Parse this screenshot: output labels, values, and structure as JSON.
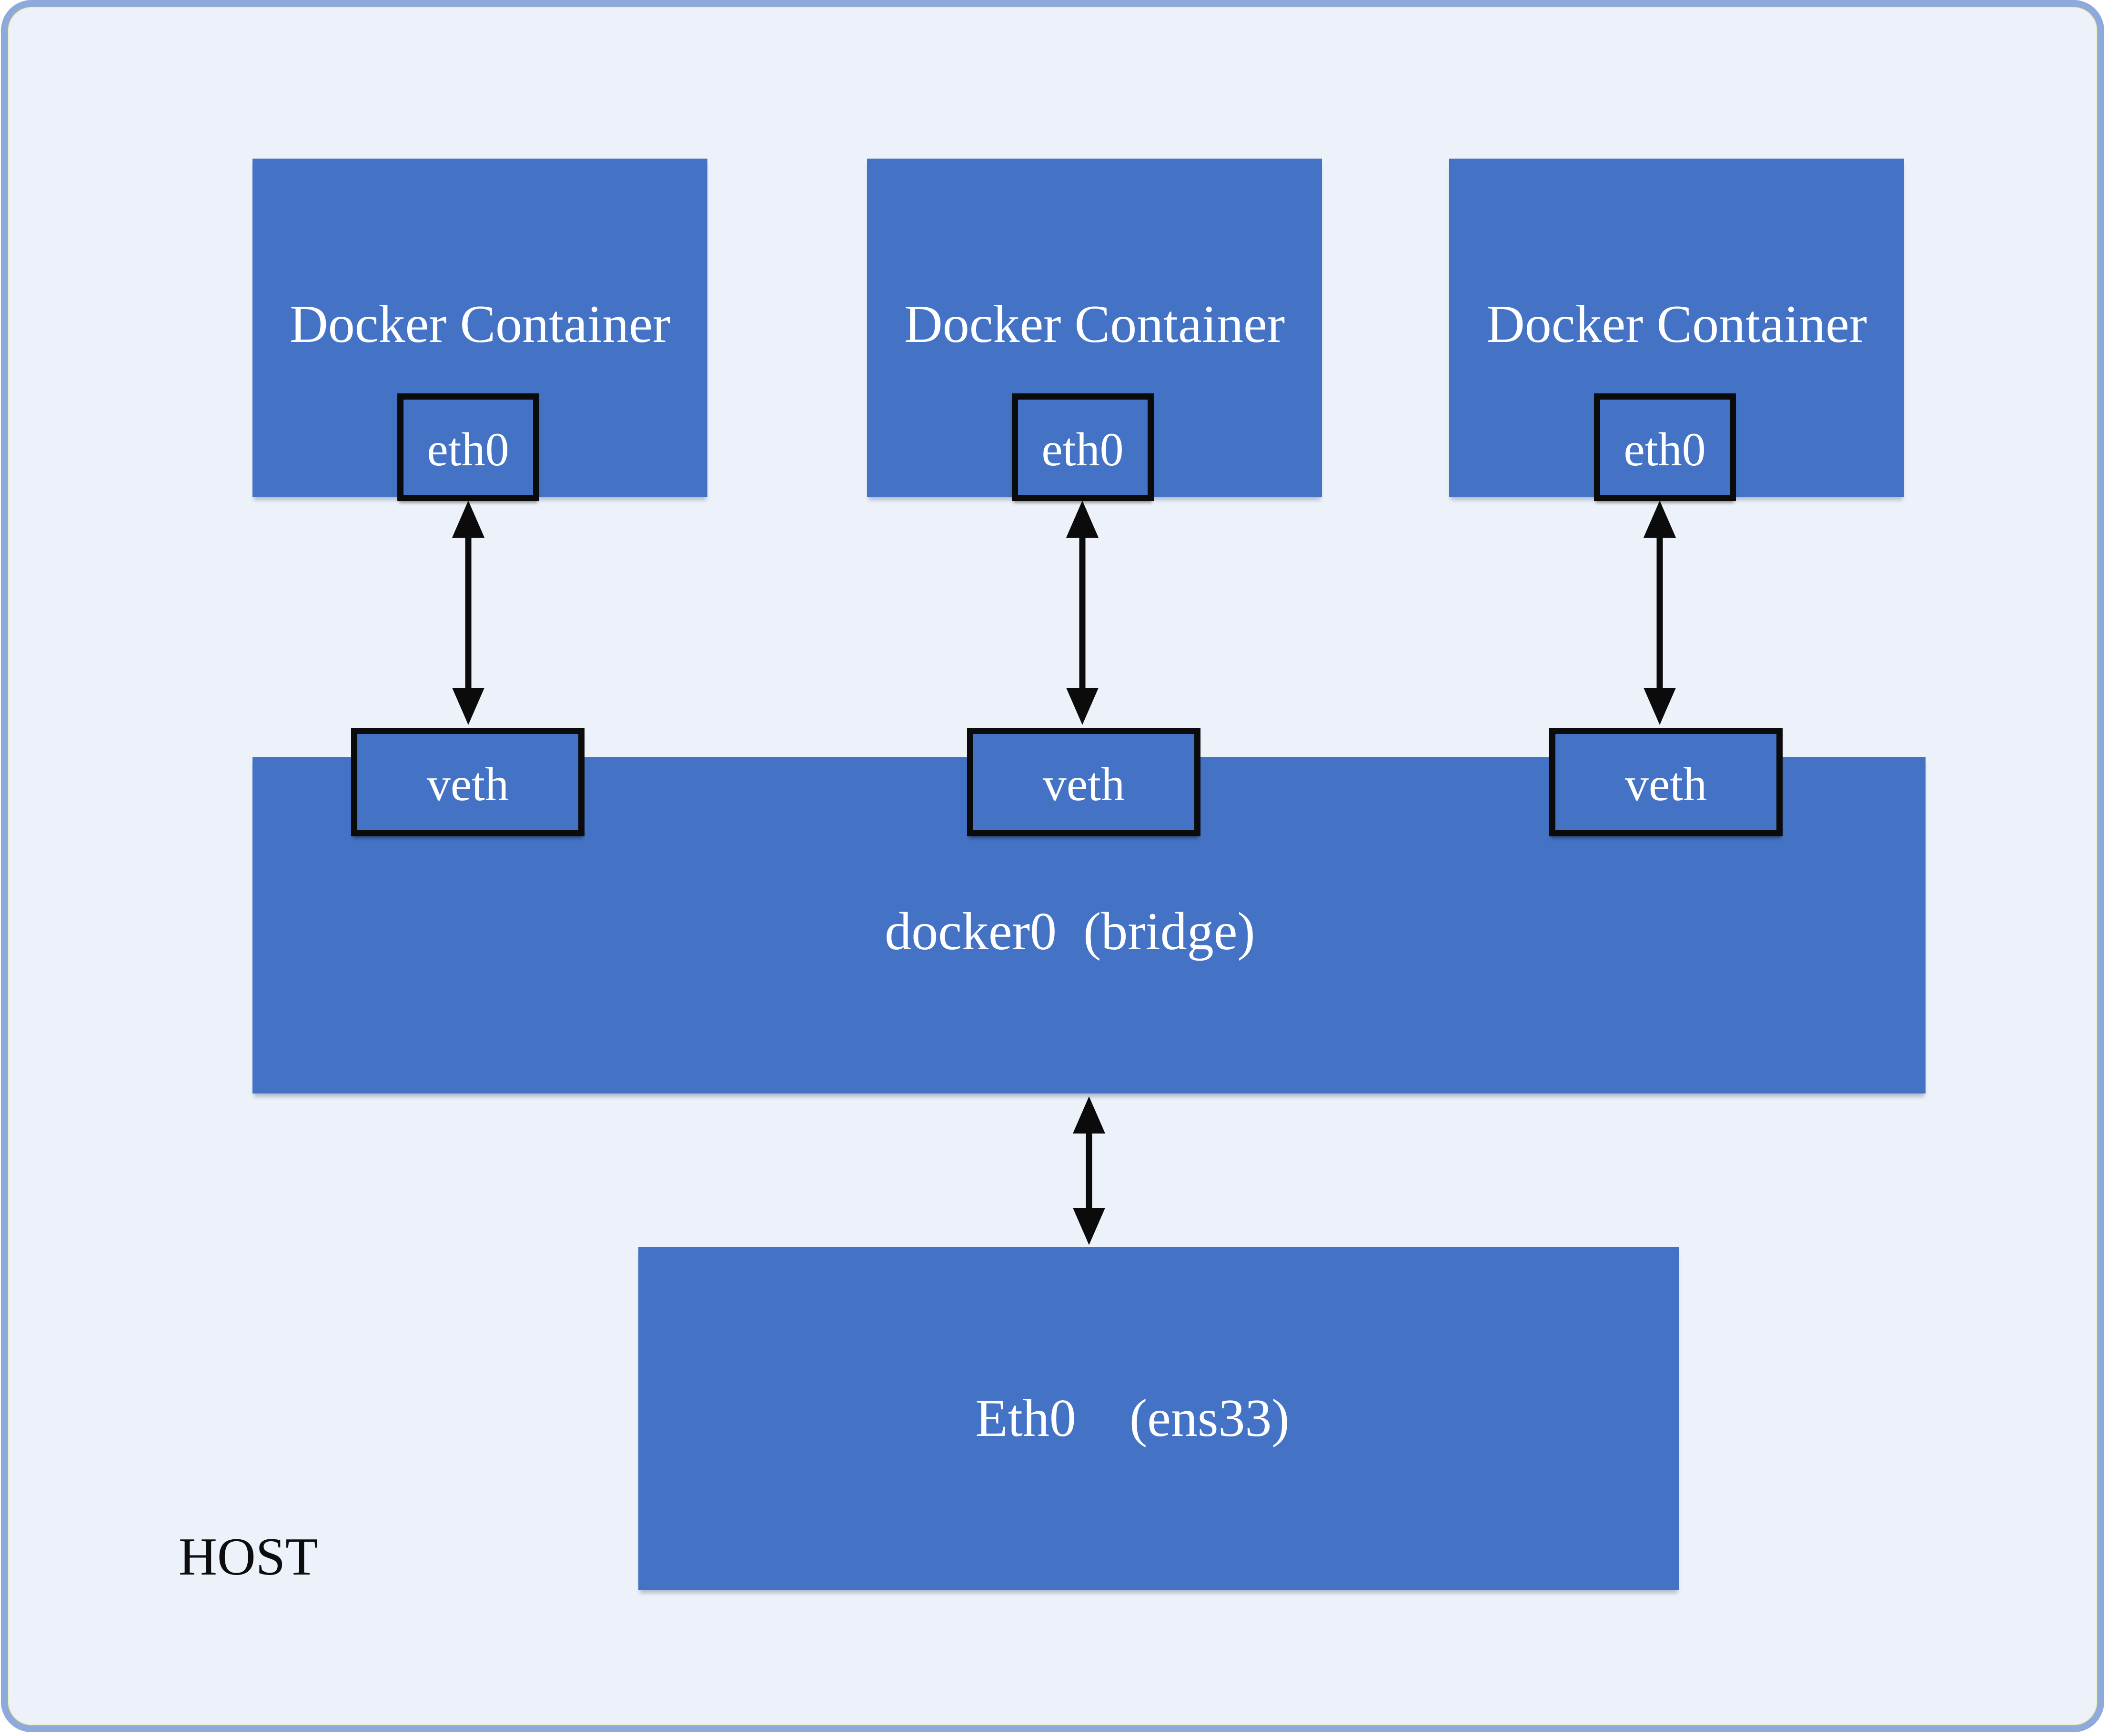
{
  "host": {
    "label": "HOST",
    "frame_border_color": "#8ea9db",
    "frame_fill": "#edf2fa"
  },
  "colors": {
    "node_blue": "#4472c4",
    "box_border_black": "#0b0b0b",
    "text_white": "#ffffff",
    "text_black": "#0d0d0d"
  },
  "containers": [
    {
      "label": "Docker Container",
      "interface_label": "eth0"
    },
    {
      "label": "Docker Container",
      "interface_label": "eth0"
    },
    {
      "label": "Docker Container",
      "interface_label": "eth0"
    }
  ],
  "veths": [
    {
      "label": "veth"
    },
    {
      "label": "veth"
    },
    {
      "label": "veth"
    }
  ],
  "bridge": {
    "label": "docker0 (bridge)"
  },
  "host_interface": {
    "label": "Eth0  (ens33)"
  }
}
